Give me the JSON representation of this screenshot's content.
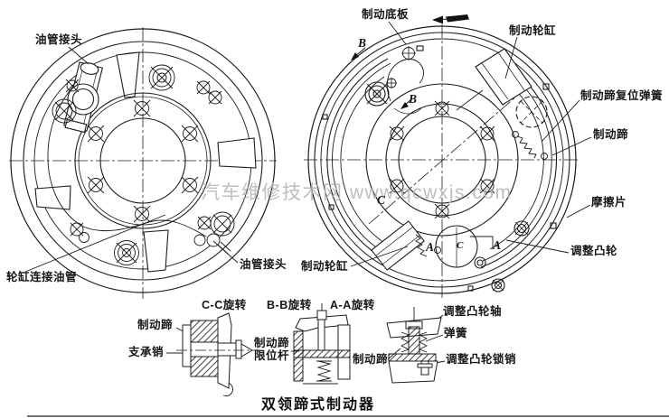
{
  "title": "双领蹄式制动器",
  "watermark": "汽车维修技术网 www.qcwxjs.com",
  "colors": {
    "line": "#1c1c1c",
    "watermark": "#b3b3b3",
    "background": "#ffffff"
  },
  "left_view": {
    "labels": {
      "pipe_joint_top": "油管接头",
      "cylinder_pipe": "轮缸连接油管"
    }
  },
  "right_view": {
    "labels": {
      "backing_plate": "制动底板",
      "wheel_cylinder": "制动轮缸",
      "return_spring": "制动蹄复位弹簧",
      "brake_shoe": "制动蹄",
      "friction_plate": "摩擦片",
      "adjust_cam": "调整凸轮"
    },
    "section_letters": {
      "b_outer": "B",
      "b_inner": "B",
      "c_outer": "C",
      "c_inner": "C",
      "a_left": "A",
      "a_right": "A"
    }
  },
  "middle_labels": {
    "pipe_joint_bottom": "油管接头",
    "wheel_cylinder_bottom": "制动轮缸"
  },
  "detail_views": {
    "cc": {
      "title": "C-C旋转",
      "labels": {
        "brake_shoe": "制动蹄",
        "support_pin": "支承销"
      }
    },
    "bb": {
      "title": "B-B旋转",
      "labels": {
        "limit_rod_line1": "制动蹄",
        "limit_rod_line2": "限位杆"
      }
    },
    "aa": {
      "title": "A-A旋转",
      "labels": {
        "brake_shoe": "制动蹄",
        "cam_shaft": "调整凸轮轴",
        "spring": "弹簧",
        "cam_lock_pin": "调整凸轮锁销"
      }
    }
  }
}
